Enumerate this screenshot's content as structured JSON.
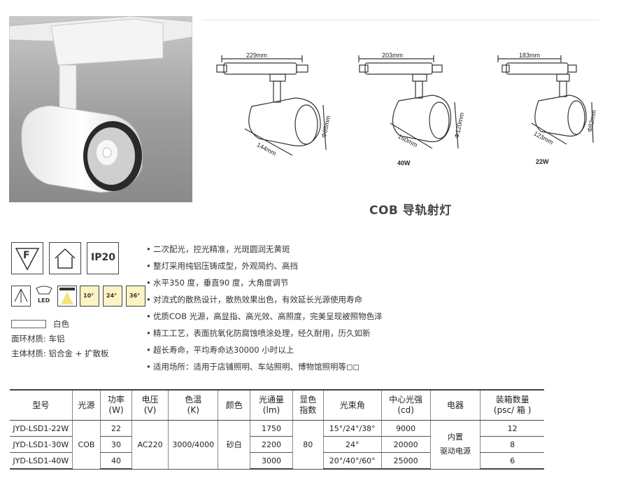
{
  "title": "COB 导轨射灯",
  "drawings": [
    {
      "width": "229mm",
      "length": "144mm",
      "diameter": "Φ85mm",
      "power": ""
    },
    {
      "width": "203mm",
      "length": "160mm",
      "diameter": "Φ120mm",
      "power": "40W"
    },
    {
      "width": "183mm",
      "length": "123mm",
      "diameter": "Φ82mm",
      "power": "22W"
    }
  ],
  "icons": {
    "f_mark": "F",
    "ip_rating": "IP20",
    "led_label": "LED",
    "beam_angles": [
      "10°",
      "24°",
      "36°"
    ],
    "icon_names": [
      "f-mark-icon",
      "indoor-house-icon",
      "ip20-icon",
      "beam-spread-icon",
      "led-lamp-icon",
      "track-light-icon",
      "beam-10-icon",
      "beam-24-icon",
      "beam-36-icon"
    ]
  },
  "color_swatch_label": "白色",
  "materials": [
    "面环材质: 车铝",
    "主体材质: 铝合金 + 扩散板"
  ],
  "features": [
    "二次配光，控光精准，光斑圆润无黄斑",
    "整灯采用纯铝压铸成型，外观简约、高挡",
    "水平350 度，垂直90 度，大角度调节",
    "对流式的散热设计，散热效果出色，有效延长光源使用寿命",
    "优质COB 光源，高显指、高光效、高照度，完美呈现被照物色泽",
    "精工工艺，表面抗氧化防腐蚀喷涂处理，经久耐用，历久如新",
    "超长寿命，平均寿命达30000 小时以上",
    "适用场所：适用于店铺照明、车站照明、博物馆照明等◻◻"
  ],
  "table": {
    "headers": [
      [
        "型号"
      ],
      [
        "光源"
      ],
      [
        "功率",
        "(W)"
      ],
      [
        "电压",
        "(V)"
      ],
      [
        "色温",
        "(K)"
      ],
      [
        "颜色"
      ],
      [
        "光通量",
        "(lm)"
      ],
      [
        "显色",
        "指数"
      ],
      [
        "光束角"
      ],
      [
        "中心光强",
        "(cd)"
      ],
      [
        "电器"
      ],
      [
        "装箱数量",
        "(psc/ 箱 )"
      ]
    ],
    "rows": [
      {
        "model": "JYD-LSD1-22W",
        "power": "22",
        "lumen": "1750",
        "beam": "15°/24°/38°",
        "cd": "9000",
        "qty": "12"
      },
      {
        "model": "JYD-LSD1-30W",
        "power": "30",
        "lumen": "2200",
        "beam": "24°",
        "cd": "20000",
        "qty": "8"
      },
      {
        "model": "JYD-LSD1-40W",
        "power": "40",
        "lumen": "3000",
        "beam": "20°/40°/60°",
        "cd": "25000",
        "qty": "6"
      }
    ],
    "shared": {
      "source": "COB",
      "voltage": "AC220",
      "cct": "3000/4000",
      "color": "砂白",
      "cri": "80",
      "driver": [
        "内置",
        "驱动电源"
      ]
    }
  }
}
